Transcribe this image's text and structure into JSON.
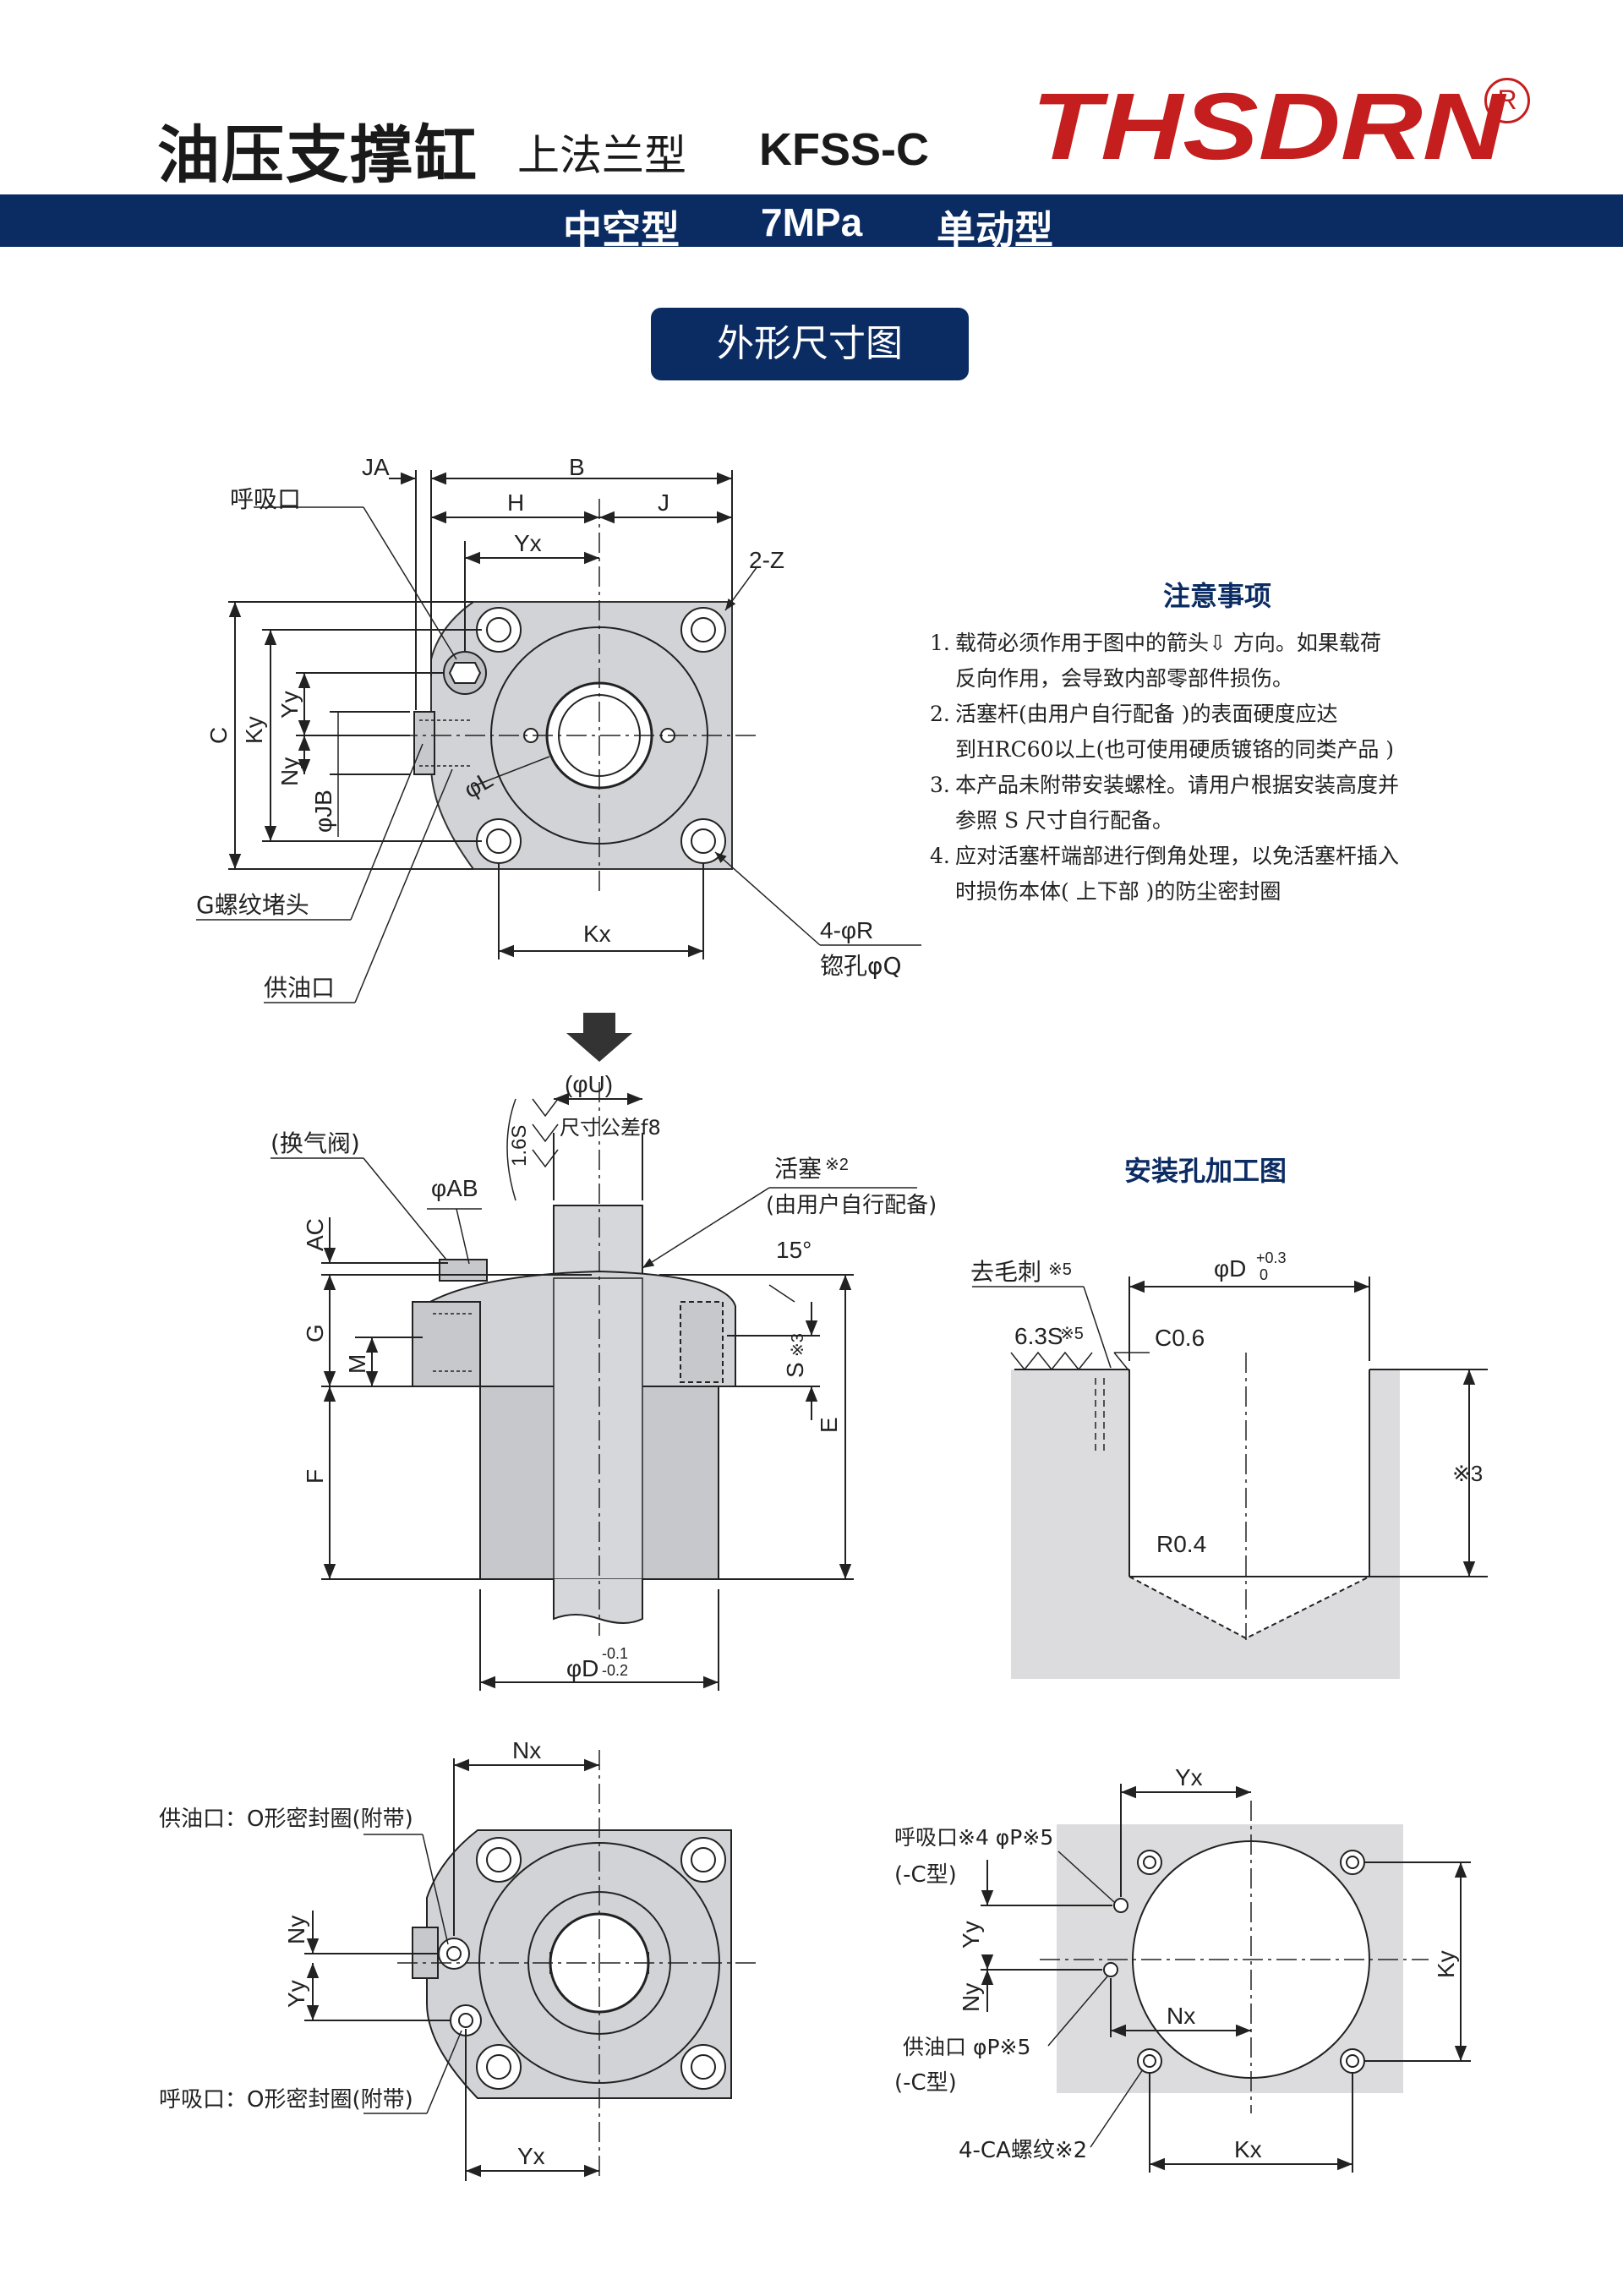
{
  "header": {
    "title": "油压支撑缸",
    "subtitle": "上法兰型",
    "model": "KFSS-C",
    "brand": "THSDRN",
    "reg": "R",
    "bar_items": [
      "中空型",
      "7MPa",
      "单动型"
    ]
  },
  "section_title": "外形尺寸图",
  "notes": {
    "title": "注意事项",
    "items": [
      {
        "num": "1.",
        "line1": "载荷必须作用于图中的箭头⇩ 方向。如果载荷",
        "line2": "反向作用，会导致内部零部件损伤。"
      },
      {
        "num": "2.",
        "line1": "活塞杆(由用户自行配备 )的表面硬度应达",
        "line2": "到HRC60以上(也可使用硬质镀铬的同类产品 )"
      },
      {
        "num": "3.",
        "line1": "本产品未附带安装螺栓。请用户根据安装高度并",
        "line2": "参照 S 尺寸自行配备。"
      },
      {
        "num": "4.",
        "line1": "应对活塞杆端部进行倒角处理，以免活塞杆插入",
        "line2": "时损伤本体( 上下部 )的防尘密封圈"
      }
    ]
  },
  "top_view": {
    "labels": {
      "JA": "JA",
      "B": "B",
      "H": "H",
      "J": "J",
      "Yx": "Yx",
      "Z": "2-Z",
      "C": "C",
      "Ky": "Ky",
      "Yy": "Yy",
      "Ny": "Ny",
      "JB": "φJB",
      "L": "φL",
      "Kx": "Kx",
      "R": "4-φR",
      "Q": "锪孔φQ",
      "breather": "呼吸口",
      "plug": "G螺纹堵头",
      "supply": "供油口"
    }
  },
  "side_view": {
    "labels": {
      "U": "(φU)",
      "tol": "尺寸公差f8",
      "surface": "1.6S",
      "vent": "(换气阀)",
      "AB": "φAB",
      "piston": "活塞",
      "piston_note": "※2",
      "piston_sub": "(由用户自行配备)",
      "angle": "15°",
      "AC": "AC",
      "G": "G",
      "M": "M",
      "F": "F",
      "S": "S",
      "S_note": "※3",
      "E": "E",
      "D": "φD",
      "D_up": "-0.1",
      "D_lo": "-0.2"
    }
  },
  "mount_view": {
    "title": "安装孔加工图",
    "labels": {
      "deburr": "去毛刺",
      "deburr_note": "※5",
      "rough": "6.3S",
      "rough_note": "※5",
      "chamfer": "C0.6",
      "D": "φD",
      "D_up": "+0.3",
      "D_lo": "0",
      "depth": "※3",
      "radius": "R0.4"
    }
  },
  "bottom_view": {
    "labels": {
      "Nx": "Nx",
      "Ny": "Ny",
      "Yy": "Yy",
      "Yx": "Yx",
      "supply": "供油口：O形密封圈(附带)",
      "breather": "呼吸口：O形密封圈(附带)"
    }
  },
  "port_view": {
    "labels": {
      "Yx": "Yx",
      "Yy": "Yy",
      "Ny": "Ny",
      "Nx": "Nx",
      "Ky": "Ky",
      "Kx": "Kx",
      "breather": "呼吸口※4 φP※5",
      "breather_type": "(-C型)",
      "supply": "供油口 φP※5",
      "supply_type": "(-C型)",
      "thread": "4-CA螺纹※2"
    }
  }
}
